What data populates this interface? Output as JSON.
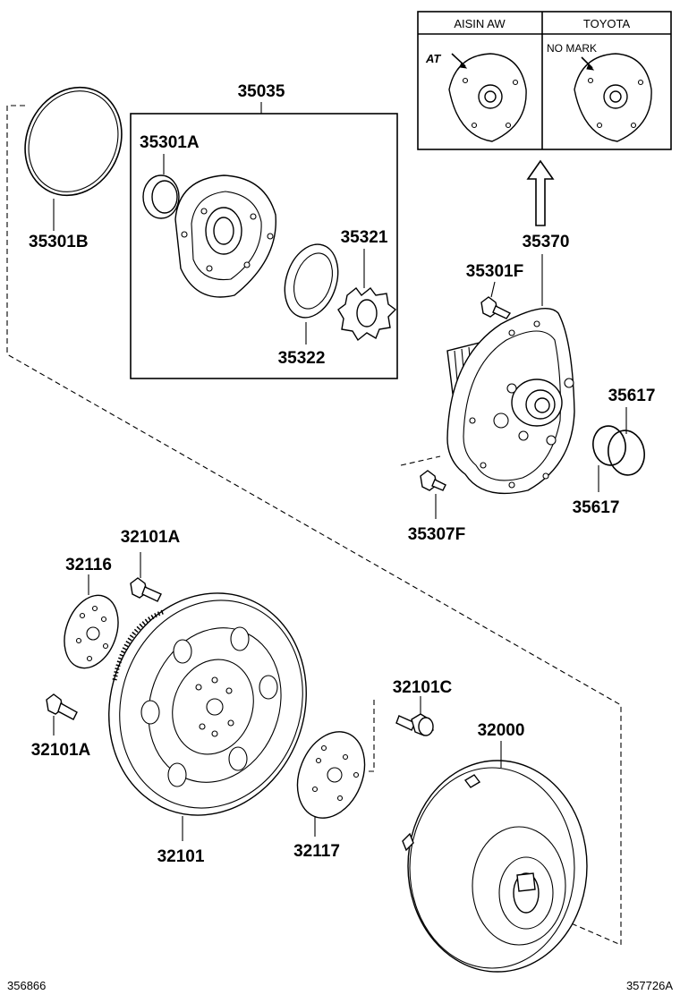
{
  "labels": {
    "p35035": "35035",
    "p35301A": "35301A",
    "p35301B": "35301B",
    "p35321": "35321",
    "p35322": "35322",
    "p35370": "35370",
    "p35301F": "35301F",
    "p35617a": "35617",
    "p35617b": "35617",
    "p35307F": "35307F",
    "p32101A_top": "32101A",
    "p32116": "32116",
    "p32101A_left": "32101A",
    "p32101C": "32101C",
    "p32000": "32000",
    "p32101": "32101",
    "p32117": "32117"
  },
  "inset": {
    "col1_header": "AISIN AW",
    "col2_header": "TOYOTA",
    "col1_mark": "AT",
    "col2_mark": "NO MARK"
  },
  "footer": {
    "left_code": "356866",
    "right_code": "357726A"
  },
  "icons": {
    "arrow": "up-arrow-icon"
  }
}
